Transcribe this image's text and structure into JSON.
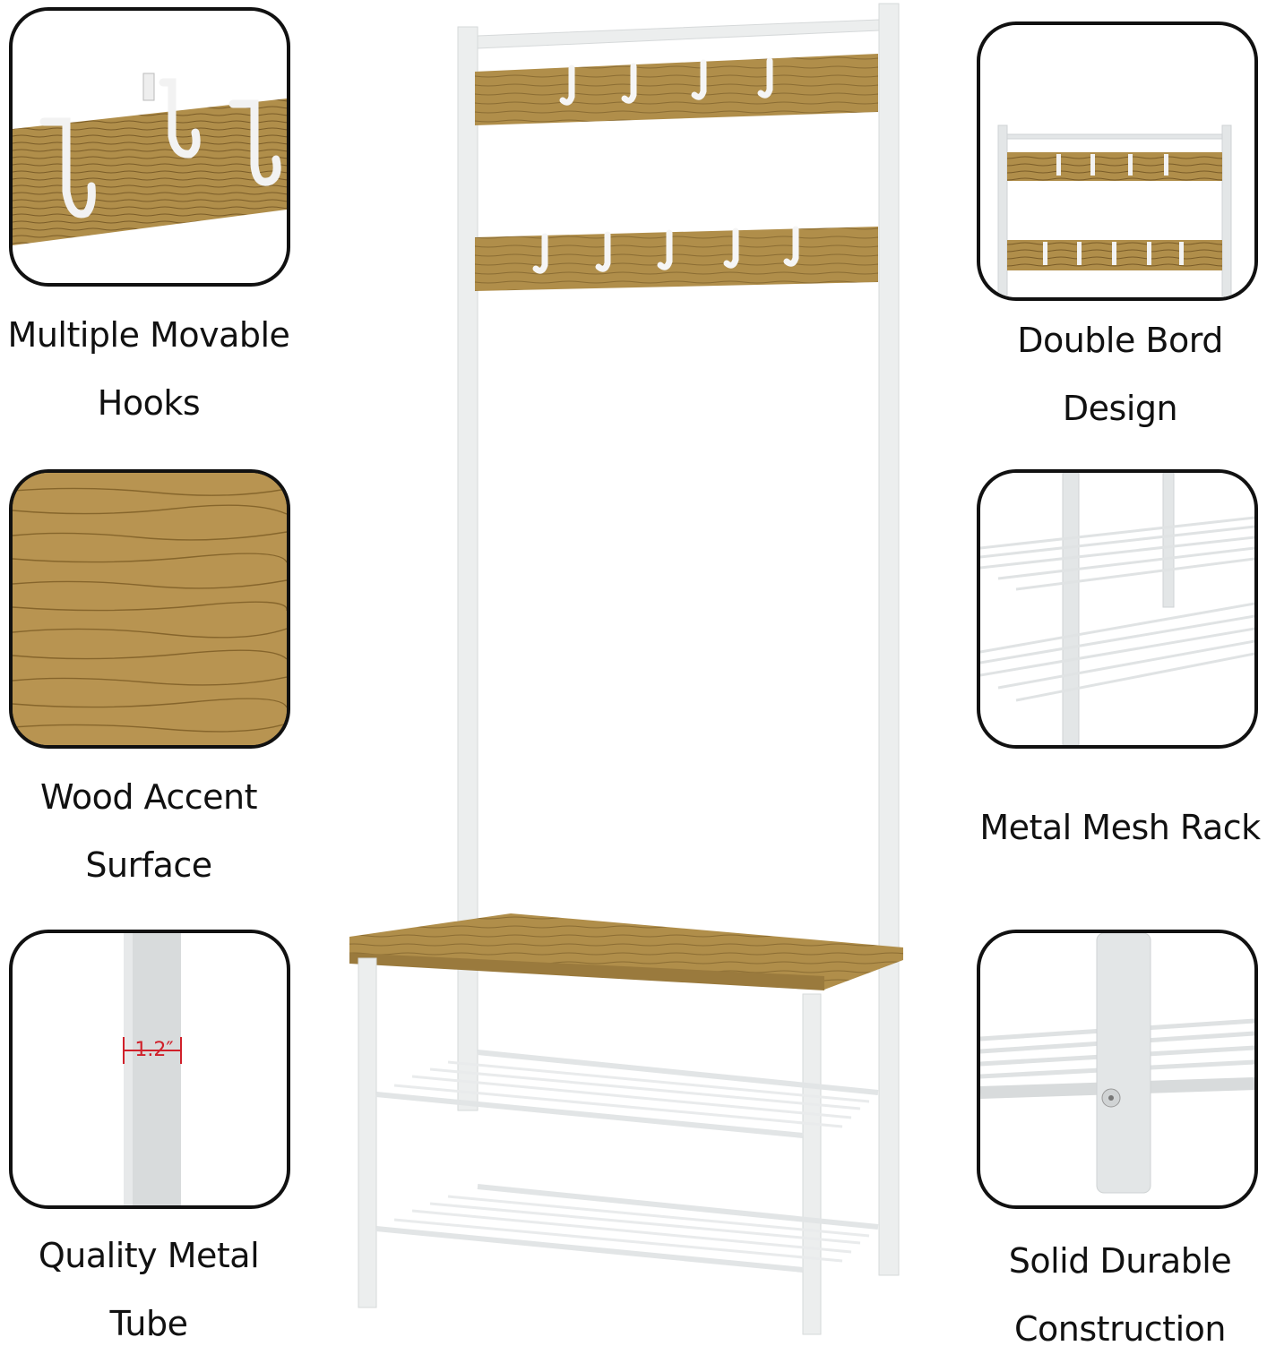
{
  "features": {
    "hooks": {
      "line1": "Multiple Movable",
      "line2": "Hooks"
    },
    "wood": {
      "line1": "Wood Accent",
      "line2": "Surface"
    },
    "tube": {
      "line1": "Quality Metal",
      "line2": "Tube",
      "dimension": "1.2″"
    },
    "board": {
      "line1": "Double Bord",
      "line2": "Design"
    },
    "mesh": {
      "line1": "Metal Mesh Rack"
    },
    "solid": {
      "line1": "Solid Durable",
      "line2": "Construction"
    }
  },
  "product": {
    "top_board_hooks": 4,
    "bottom_board_hooks": 5,
    "shoe_shelves": 2
  },
  "colors": {
    "wood": "#b08e4a",
    "wood_dark": "#8a6c33",
    "metal": "#e9ecec",
    "metal_shade": "#c9cdce",
    "outline": "#111111",
    "dimension": "#d0202a"
  }
}
